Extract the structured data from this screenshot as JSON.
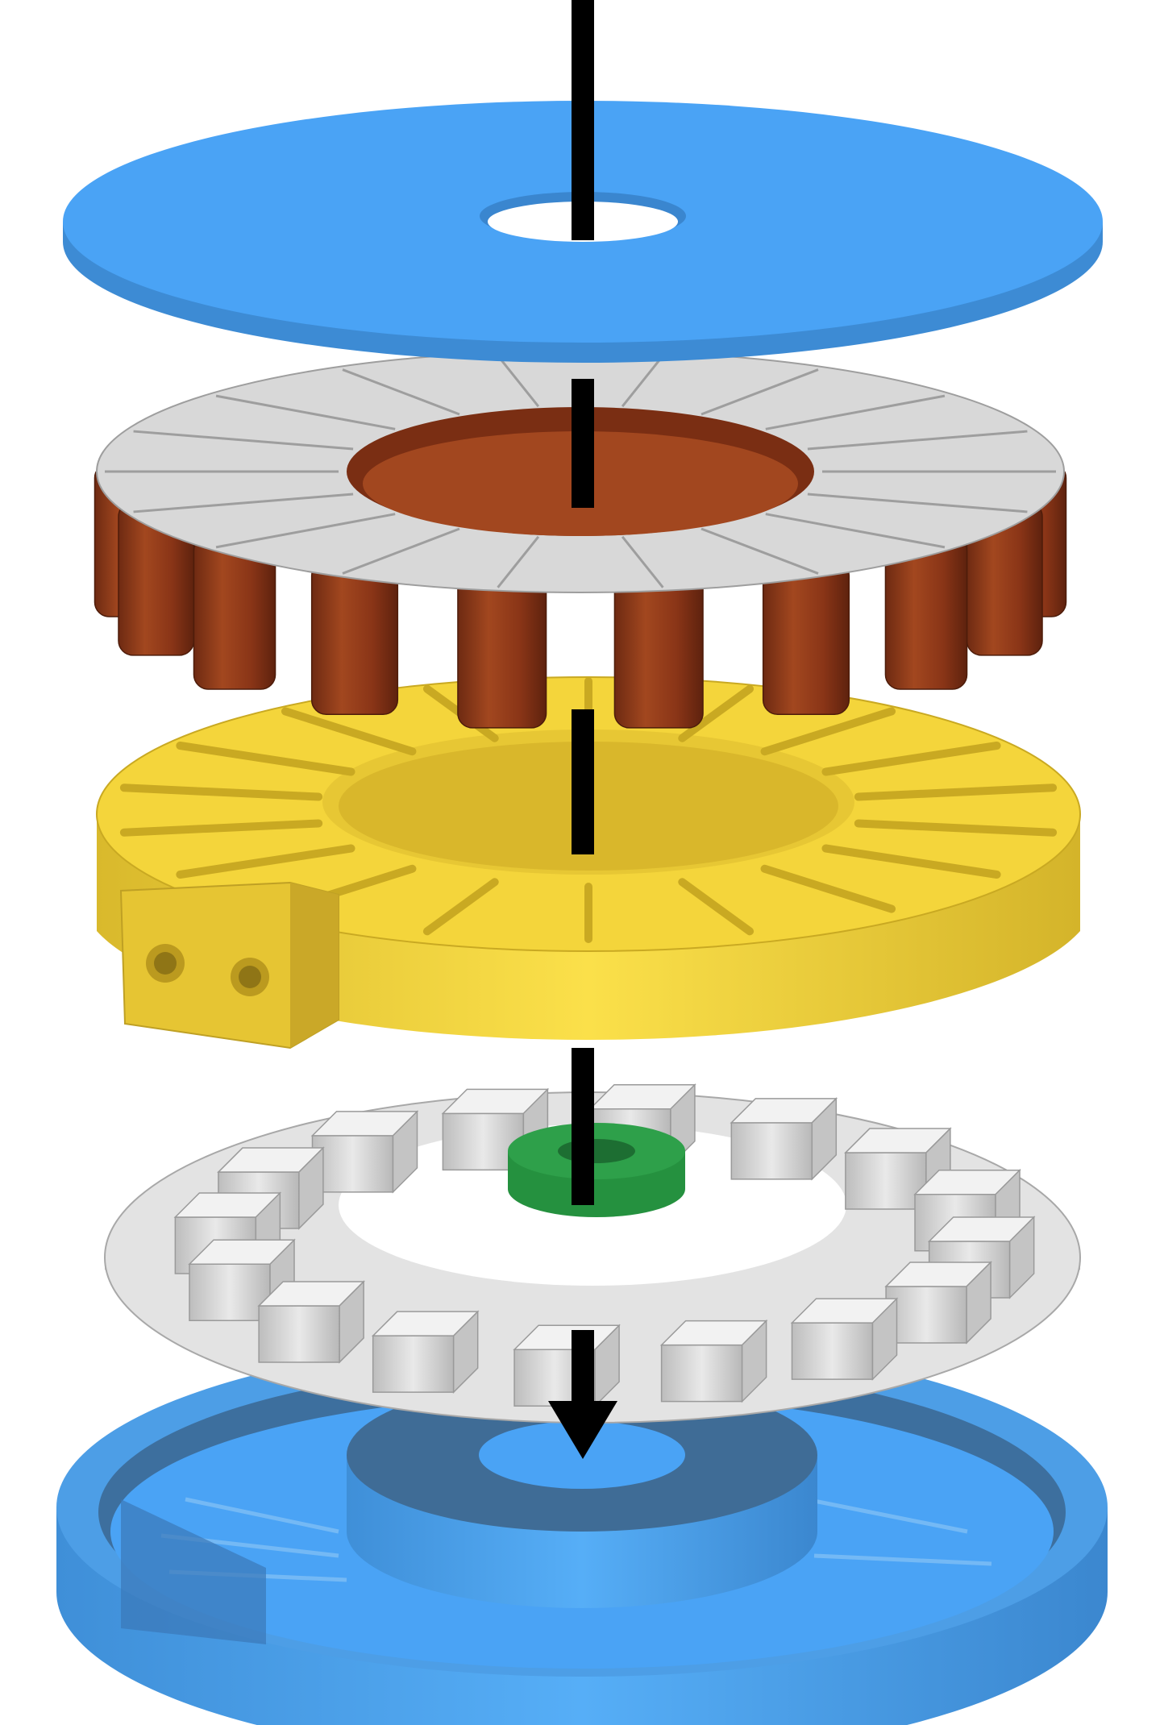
{
  "diagram": {
    "type": "exploded-assembly",
    "arrow": {
      "direction": "down",
      "color": "#000000"
    },
    "parts": [
      {
        "id": "top-cover",
        "icon": "blue-flat-disc-with-center-hole",
        "color": "#4aa3f5"
      },
      {
        "id": "coil-stator",
        "icon": "copper-coils-with-white-pole-shoes",
        "coil_color": "#8e3a1c",
        "shoe_color": "#e6e6e6",
        "pole_count": 18
      },
      {
        "id": "coil-holder",
        "icon": "yellow-slotted-ring-with-mounting-tab",
        "color": "#f4d53b",
        "slot_count": 18
      },
      {
        "id": "core-plate",
        "icon": "white-ring-plate-with-teeth",
        "color": "#dcdcdc",
        "tooth_count": 16
      },
      {
        "id": "spacer-ring",
        "icon": "green-washer",
        "color": "#2ea04a"
      },
      {
        "id": "bottom-housing",
        "icon": "blue-cup-housing-with-center-boss",
        "color": "#4aa3f5"
      }
    ]
  }
}
